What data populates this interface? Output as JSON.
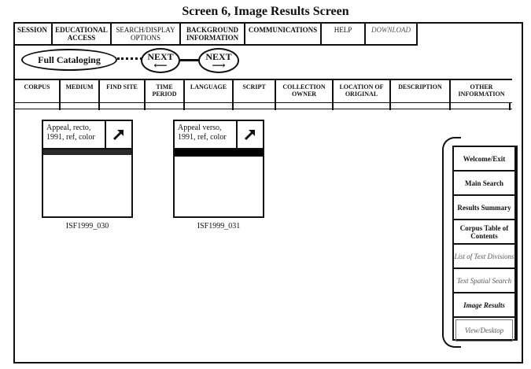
{
  "title": "Screen 6, Image Results Screen",
  "menubar": [
    {
      "label": "SESSION",
      "style": "bold"
    },
    {
      "label": "EDUCATIONAL ACCESS",
      "style": "bold"
    },
    {
      "label": "SEARCH/DISPLAY OPTIONS",
      "style": "plain"
    },
    {
      "label": "BACKGROUND INFORMATION",
      "style": "bold"
    },
    {
      "label": "COMMUNICATIONS",
      "style": "bold"
    },
    {
      "label": "HELP",
      "style": "plain"
    },
    {
      "label": "DOWNLOAD",
      "style": "italic"
    }
  ],
  "nav": {
    "full_cataloging": "Full Cataloging",
    "next_back": {
      "label": "NEXT",
      "arrow": "⟵"
    },
    "next_forward": {
      "label": "NEXT",
      "arrow": "⟶"
    }
  },
  "columns": [
    "CORPUS",
    "MEDIUM",
    "FIND SITE",
    "TIME PERIOD",
    "LANGUAGE",
    "SCRIPT",
    "COLLECTION OWNER",
    "LOCATION OF ORIGINAL",
    "DESCRIPTION",
    "OTHER INFORMATION"
  ],
  "results": [
    {
      "label": "Appeal, recto, 1991, ref, color",
      "caption": "ISF1999_030",
      "icon": "arrow-up-right-icon"
    },
    {
      "label": "Appeal verso, 1991, ref, color",
      "caption": "ISF1999_031",
      "icon": "arrow-up-right-icon"
    }
  ],
  "sidebar": [
    {
      "label": "Welcome/Exit",
      "style": "bold"
    },
    {
      "label": "Main Search",
      "style": "bold"
    },
    {
      "label": "Results Summary",
      "style": "bold"
    },
    {
      "label": "Corpus Table of Contents",
      "style": "bold"
    },
    {
      "label": "List of Text Divisions",
      "style": "dim"
    },
    {
      "label": "Text Spatial Search",
      "style": "dim"
    },
    {
      "label": "Image Results",
      "style": "current"
    },
    {
      "label": "View/Desktop",
      "style": "last"
    }
  ]
}
